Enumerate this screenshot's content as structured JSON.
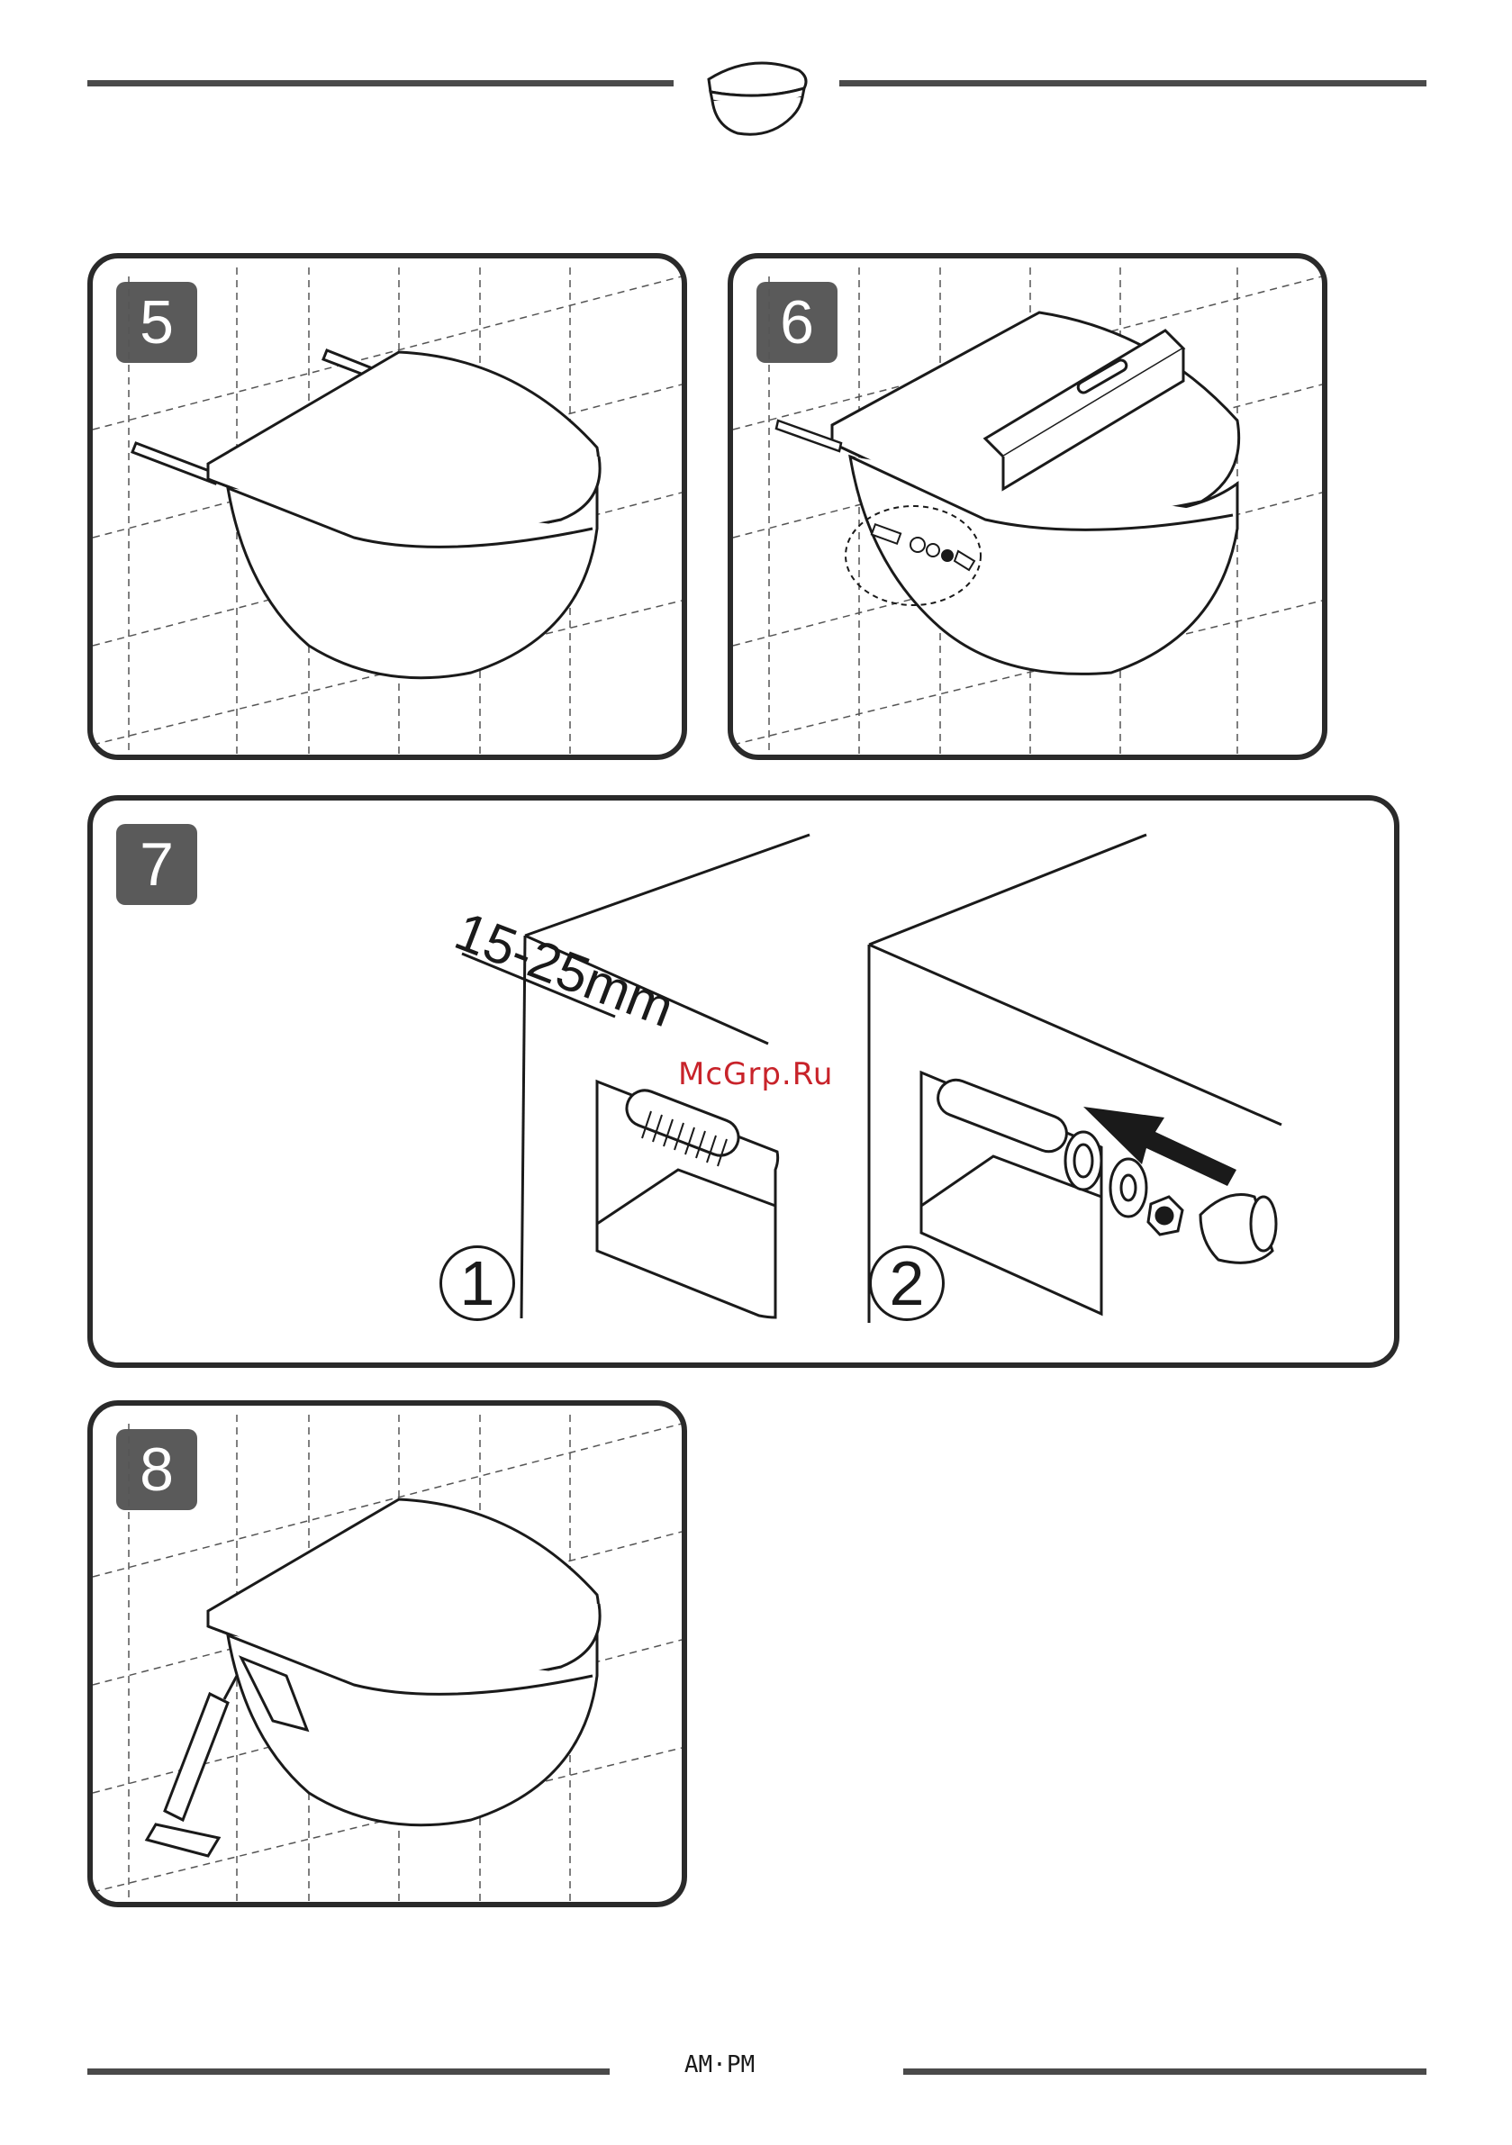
{
  "header": {
    "logo_icon": "toilet-bowl-icon"
  },
  "panels": [
    {
      "step": "5",
      "illustration": "wall-hung-toilet-with-mounting-bolts"
    },
    {
      "step": "6",
      "illustration": "spirit-level-on-toilet-lid-and-fixing-hardware"
    },
    {
      "step": "7",
      "illustration": "bolt-protrusion-and-fixing-sequence"
    },
    {
      "step": "8",
      "illustration": "sealant-gun-applying-silicone"
    }
  ],
  "step7": {
    "dimension_label": "15-25mm",
    "sub_step_1": "1",
    "sub_step_2": "2"
  },
  "watermark": "McGrp.Ru",
  "footer": {
    "brand": "AM·PM"
  },
  "colors": {
    "rule": "#4a4a4a",
    "badge": "#5a5a5a",
    "line": "#1a1a1a",
    "watermark": "#c8232a"
  }
}
